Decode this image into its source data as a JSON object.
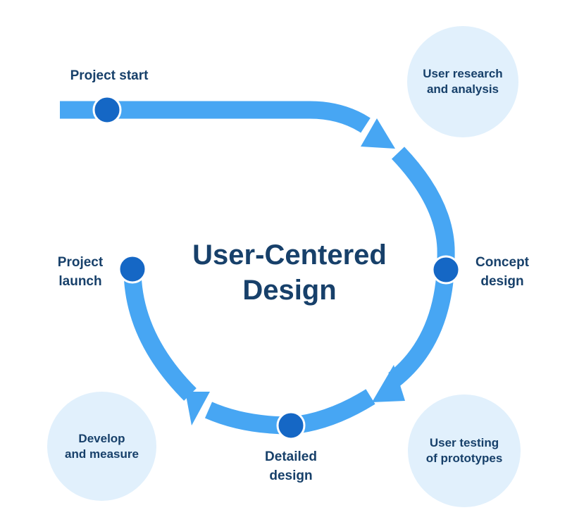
{
  "title": "User-Centered\nDesign",
  "nodes": {
    "project_start": "Project start",
    "concept_design": "Concept\ndesign",
    "detailed_design": "Detailed\ndesign",
    "project_launch": "Project\nlaunch"
  },
  "phases": {
    "user_research": "User research\nand analysis",
    "user_testing": "User testing\nof prototypes",
    "develop_measure": "Develop\nand measure"
  },
  "colors": {
    "arrow": "#47a6f3",
    "node": "#1567c5",
    "text": "#17406a",
    "bubble": "#e1f0fc"
  }
}
